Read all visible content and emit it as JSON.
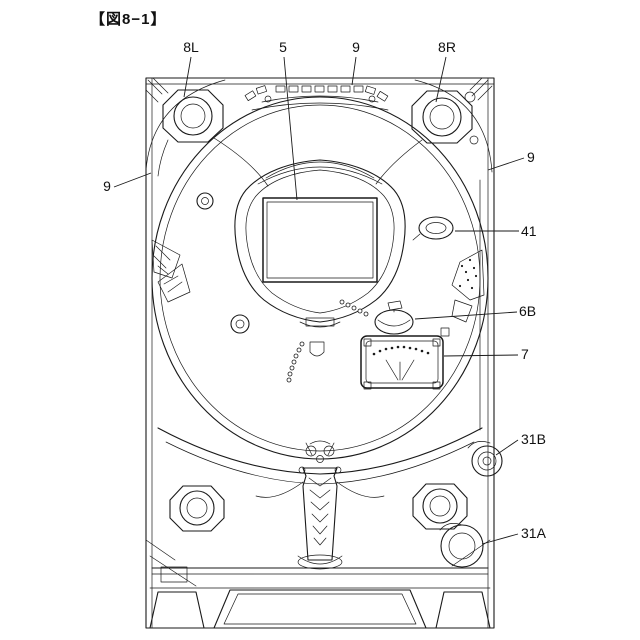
{
  "figure": {
    "title": "【図8−1】",
    "labels": {
      "top_8L": "8L",
      "top_5": "5",
      "top_9": "9",
      "top_8R": "8R",
      "right_9": "9",
      "right_41": "41",
      "right_6B": "6B",
      "right_7": "7",
      "right_31B": "31B",
      "right_31A": "31A",
      "left_9": "9"
    },
    "colors": {
      "line": "#1a1a1a",
      "background": "#ffffff"
    }
  }
}
